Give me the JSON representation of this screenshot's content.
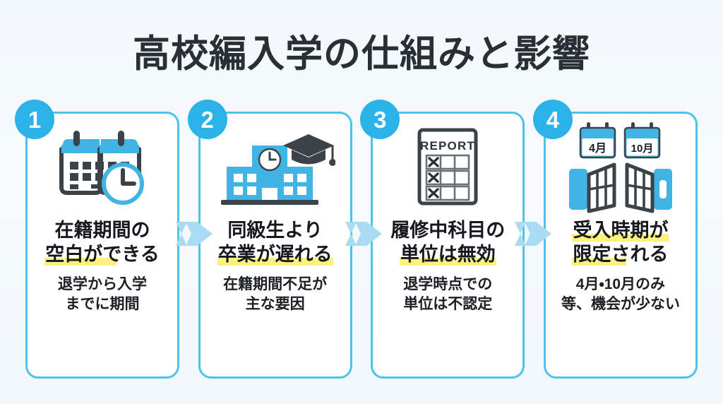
{
  "header": {
    "title": "高校編入学の仕組みと影響"
  },
  "theme": {
    "background": "#f4f8fc",
    "card_border": "#4cc3ec",
    "badge_fill": "#2bb2e8",
    "icon_blue": "#3fb4e5",
    "icon_dark": "#3b4248",
    "highlight": "#fcf07f",
    "arrow": "#a9dcf2",
    "title_color": "#2a2f35"
  },
  "cards": [
    {
      "number": "1",
      "icon": "calendar-clock-icon",
      "headline_line1": "在籍期間の",
      "headline_line2": "空白ができる",
      "highlight_line1_pct": 0,
      "highlight_line2_pct": 62,
      "subtitle_line1": "退学から入学",
      "subtitle_line2": "までに期間"
    },
    {
      "number": "2",
      "icon": "school-graduation-cap-icon",
      "headline_line1": "同級生より",
      "headline_line2": "卒業が遅れる",
      "highlight_line1_pct": 0,
      "highlight_line2_pct": 100,
      "subtitle_line1": "在籍期間不足が",
      "subtitle_line2": "主な要因"
    },
    {
      "number": "3",
      "icon": "report-card-x-icon",
      "headline_line1": "履修中科目の",
      "headline_line2": "単位は無効",
      "highlight_line1_pct": 0,
      "highlight_line2_pct": 100,
      "subtitle_line1": "退学時点での",
      "subtitle_line2": "単位は不認定"
    },
    {
      "number": "4",
      "icon": "gate-calendars-icon",
      "headline_line1": "受入時期が",
      "headline_line2": "限定される",
      "highlight_line1_pct": 100,
      "highlight_line2_pct": 56,
      "subtitle_line1": "4月・10月のみ",
      "subtitle_line2": "等、機会が少ない"
    }
  ],
  "icon_labels": {
    "report_heading": "REPORT",
    "report_mark": "✕",
    "calendar_april": "4月",
    "calendar_october": "10月"
  },
  "arrows": [
    {
      "name": "arrow-1-to-2"
    },
    {
      "name": "arrow-2-to-3"
    },
    {
      "name": "arrow-3-to-4"
    }
  ]
}
